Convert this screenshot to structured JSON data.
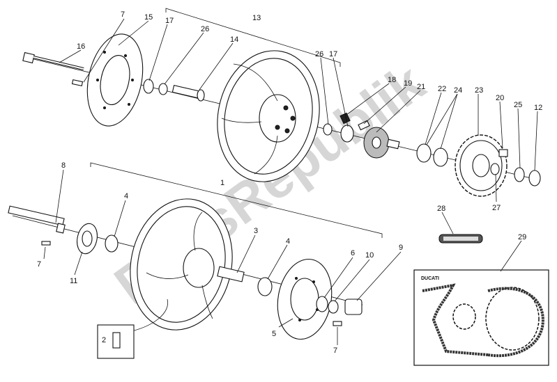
{
  "watermark": "PartsRepublik",
  "kit_brand": "DUCATI",
  "callouts": [
    {
      "id": "c7a",
      "text": "7"
    },
    {
      "id": "c15",
      "text": "15"
    },
    {
      "id": "c13",
      "text": "13"
    },
    {
      "id": "c16",
      "text": "16"
    },
    {
      "id": "c17a",
      "text": "17"
    },
    {
      "id": "c26a",
      "text": "26"
    },
    {
      "id": "c14",
      "text": "14"
    },
    {
      "id": "c26b",
      "text": "26"
    },
    {
      "id": "c17b",
      "text": "17"
    },
    {
      "id": "c18",
      "text": "18"
    },
    {
      "id": "c19",
      "text": "19"
    },
    {
      "id": "c21",
      "text": "21"
    },
    {
      "id": "c22",
      "text": "22"
    },
    {
      "id": "c24",
      "text": "24"
    },
    {
      "id": "c23",
      "text": "23"
    },
    {
      "id": "c20",
      "text": "20"
    },
    {
      "id": "c25",
      "text": "25"
    },
    {
      "id": "c12",
      "text": "12"
    },
    {
      "id": "c27",
      "text": "27"
    },
    {
      "id": "c8",
      "text": "8"
    },
    {
      "id": "c1",
      "text": "1"
    },
    {
      "id": "c4a",
      "text": "4"
    },
    {
      "id": "c3",
      "text": "3"
    },
    {
      "id": "c4b",
      "text": "4"
    },
    {
      "id": "c6",
      "text": "6"
    },
    {
      "id": "c10",
      "text": "10"
    },
    {
      "id": "c9",
      "text": "9"
    },
    {
      "id": "c7b",
      "text": "7"
    },
    {
      "id": "c11",
      "text": "11"
    },
    {
      "id": "c28",
      "text": "28"
    },
    {
      "id": "c29",
      "text": "29"
    },
    {
      "id": "c2",
      "text": "2"
    },
    {
      "id": "c5",
      "text": "5"
    },
    {
      "id": "c7c",
      "text": "7"
    }
  ]
}
